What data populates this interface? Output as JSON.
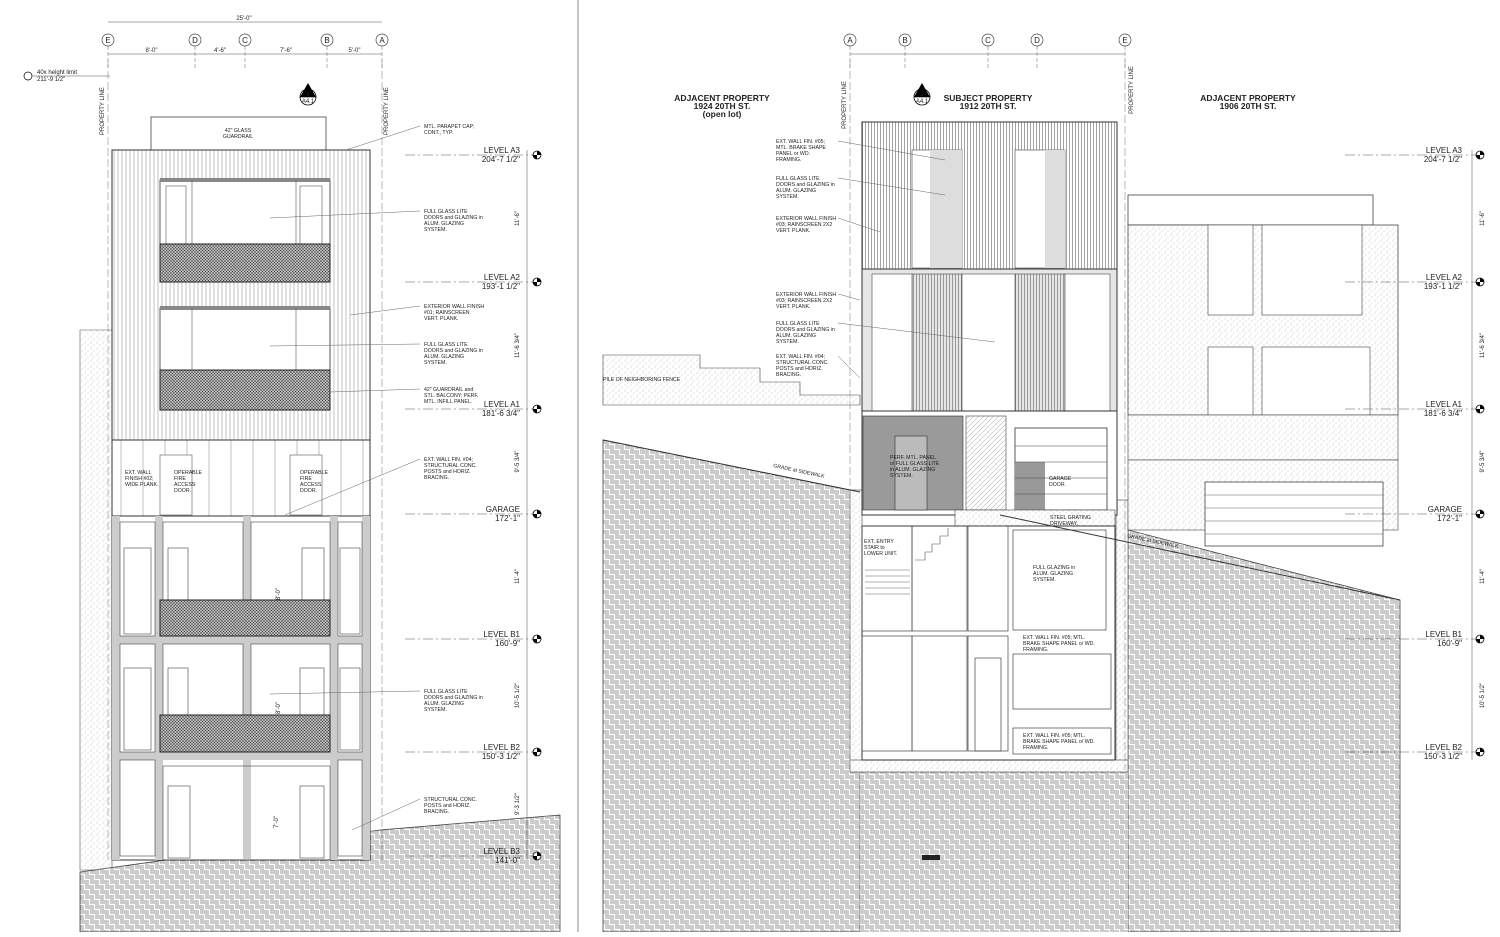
{
  "sheet": {
    "divider_color": "#888888"
  },
  "left": {
    "overall_dim": "25'-0\"",
    "grids": [
      "E",
      "D",
      "C",
      "B",
      "A"
    ],
    "grid_dims": [
      "8'-0\"",
      "4'-6\"",
      "7'-6\"",
      "5'-0\""
    ],
    "height_limit": {
      "line1": "40x height limit",
      "line2": "211'-9 1/2\""
    },
    "property_line": "PROPERTY LINE",
    "section_marker": {
      "num": "1",
      "sheet": "A4.1"
    },
    "levels": [
      {
        "name": "LEVEL A3",
        "elev": "204'-7 1/2\""
      },
      {
        "name": "LEVEL A2",
        "elev": "193'-1 1/2\""
      },
      {
        "name": "LEVEL A1",
        "elev": "181'-6 3/4\""
      },
      {
        "name": "GARAGE",
        "elev": "172'-1\""
      },
      {
        "name": "LEVEL B1",
        "elev": "160'-9\""
      },
      {
        "name": "LEVEL B2",
        "elev": "150'-3 1/2\""
      },
      {
        "name": "LEVEL B3",
        "elev": "141'-0\""
      }
    ],
    "vdims": [
      "11'-6\"",
      "11'-6 3/4\"",
      "9'-5 3/4\"",
      "11'-4\"",
      "10'-5 1/2\"",
      "9'-3 1/2\""
    ],
    "inner_dims": [
      "8'-0\"",
      "8'-0\"",
      "7'-0\""
    ],
    "glass_guardrail": [
      "42\" GLASS",
      "GUARDRAIL"
    ],
    "notes": [
      [
        "MTL. PARAPET CAP;",
        "CONT., TYP."
      ],
      [
        "FULL GLASS LITE",
        "DOORS and GLAZING in",
        "ALUM. GLAZING",
        "SYSTEM."
      ],
      [
        "EXTERIOR WALL FINISH",
        "#01; RAINSCREEN",
        "VERT. PLANK."
      ],
      [
        "FULL GLASS LITE",
        "DOORS and GLAZING in",
        "ALUM. GLAZING",
        "SYSTEM."
      ],
      [
        "42\" GUARDRAIL and",
        "STL. BALCONY; PERF.",
        "MTL. INFILL PANEL."
      ],
      [
        "EXT. WALL FIN. #04;",
        "STRUCTURAL CONC.",
        "POSTS and HORIZ.",
        "BRACING."
      ],
      [
        "FULL GLASS LITE",
        "DOORS and GLAZING in",
        "ALUM. GLAZING",
        "SYSTEM."
      ],
      [
        "STRUCTURAL CONC.",
        "POSTS and HORIZ.",
        "BRACING."
      ]
    ],
    "inner_notes": {
      "wall": [
        "EXT. WALL",
        "FINISH #02;",
        "WIDE PLANK."
      ],
      "door1": [
        "OPERABLE",
        "FIRE",
        "ACCESS",
        "DOOR."
      ],
      "door2": [
        "OPERABLE",
        "FIRE",
        "ACCESS",
        "DOOR."
      ]
    }
  },
  "right": {
    "grids": [
      "A",
      "B",
      "C",
      "D",
      "E"
    ],
    "section_marker": {
      "num": "1",
      "sheet": "A4.1"
    },
    "property_line": "PROPERTY LINE",
    "properties": {
      "adjacent_left": [
        "ADJACENT PROPERTY",
        "1924 20TH ST.",
        "(open lot)"
      ],
      "subject": [
        "SUBJECT PROPERTY",
        "1912 20TH ST."
      ],
      "adjacent_right": [
        "ADJACENT PROPERTY",
        "1906 20TH ST."
      ]
    },
    "levels": [
      {
        "name": "LEVEL A3",
        "elev": "204'-7 1/2\""
      },
      {
        "name": "LEVEL A2",
        "elev": "193'-1 1/2\""
      },
      {
        "name": "LEVEL A1",
        "elev": "181'-6 3/4\""
      },
      {
        "name": "GARAGE",
        "elev": "172'-1\""
      },
      {
        "name": "LEVEL B1",
        "elev": "160'-9\""
      },
      {
        "name": "LEVEL B2",
        "elev": "150'-3 1/2\""
      }
    ],
    "vdims": [
      "11'-6\"",
      "11'-6 3/4\"",
      "9'-5 3/4\"",
      "11'-4\"",
      "10'-5 1/2\""
    ],
    "notes_left": [
      [
        "EXT. WALL FIN. #05;",
        "MTL. BRAKE SHAPE",
        "PANEL or WD.",
        "FRAMING."
      ],
      [
        "FULL GLASS LITE",
        "DOORS and GLAZING in",
        "ALUM. GLAZING",
        "SYSTEM."
      ],
      [
        "EXTERIOR WALL FINISH",
        "#03; RAINSCREEN 2X2",
        "VERT. PLANK."
      ],
      [
        "EXTERIOR WALL FINISH",
        "#03; RAINSCREEN 2X2",
        "VERT. PLANK."
      ],
      [
        "FULL GLASS LITE",
        "DOORS and GLAZING in",
        "ALUM. GLAZING",
        "SYSTEM."
      ],
      [
        "EXT. WALL FIN. #04;",
        "STRUCTURAL CONC.",
        "POSTS and HORIZ.",
        "BRACING."
      ]
    ],
    "fence_note": "PILE OF NEIGHBORING FENCE",
    "grade_note": "GRADE at SIDEWALK",
    "perf_note": [
      "PERF. MTL. PANEL",
      "o/ FULL GLASS LITE",
      "in ALUM. GLAZING",
      "SYSTEM."
    ],
    "garage_door": [
      "GARAGE",
      "DOOR."
    ],
    "steel_grating": [
      "STEEL GRATING",
      "DRIVEWAY."
    ],
    "entry_stair": [
      "EXT. ENTRY",
      "STAIR to",
      "LOWER UNIT."
    ],
    "full_glazing": [
      "FULL GLAZING in",
      "ALUM. GLAZING",
      "SYSTEM."
    ],
    "ext_wall_1": [
      "EXT. WALL FIN. #05; MTL.",
      "BRAKE SHAPE PANEL o/ WD.",
      "FRAMING."
    ],
    "ext_wall_2": [
      "EXT. WALL FIN. #05; MTL.",
      "BRAKE SHAPE PANEL o/ WD.",
      "FRAMING."
    ]
  }
}
